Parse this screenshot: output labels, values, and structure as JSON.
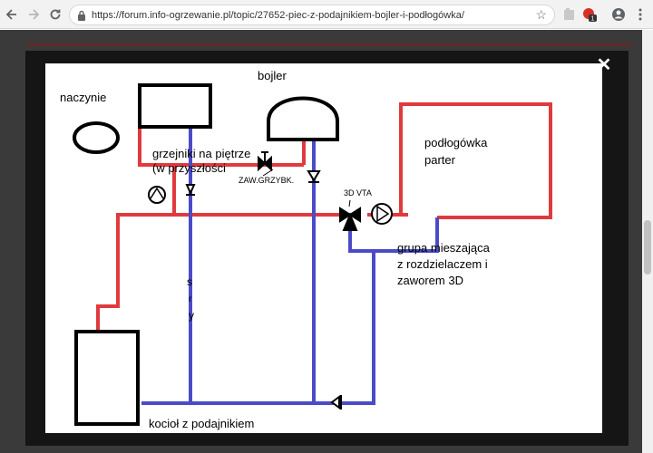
{
  "browser": {
    "url": "https://forum.info-ogrzewanie.pl/topic/27652-piec-z-podajnikiem-bojler-i-podłogówka/",
    "ext_badge": "1"
  },
  "diagram": {
    "labels": {
      "naczynie": "naczynie",
      "bojler": "bojler",
      "grzejniki_line1": "grzejniki na piętrze",
      "grzejniki_line2": "(w przyszłości",
      "zaw_grzybk": "ZAW.GRZYBK.",
      "podlogowka_line1": "podłogówka",
      "podlogowka_line2": "parter",
      "vta": "3D VTA",
      "grupa_line1": "grupa mieszająca",
      "grupa_line2": "z rozdzielaczem i",
      "grupa_line3": "zaworem 3D",
      "kociol": "kocioł z podajnikiem",
      "stray_s": "s",
      "stray_r": "r",
      "stray_y": "y"
    },
    "colors": {
      "supply": "#e03a3e",
      "return": "#4b4bc8",
      "ink": "#000000"
    }
  }
}
